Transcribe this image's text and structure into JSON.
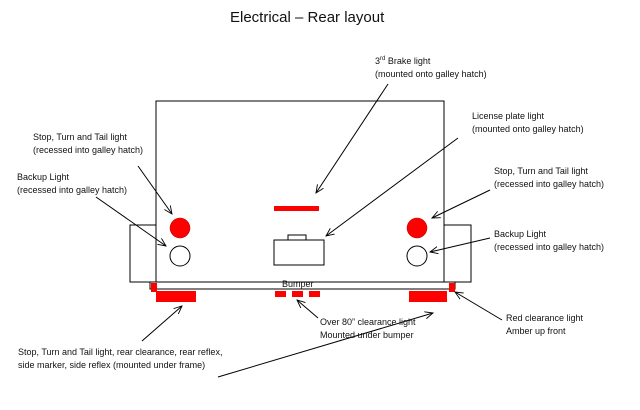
{
  "title": "Electrical – Rear layout",
  "colors": {
    "light_red": "#ff0000",
    "outline": "#000000",
    "background": "#ffffff"
  },
  "labels": {
    "brake_line1_num": "3",
    "brake_line1_sup": "rd",
    "brake_line1_rest": " Brake light",
    "brake_line2": "(mounted onto galley hatch)",
    "license_line1": "License plate light",
    "license_line2": "(mounted onto galley hatch)",
    "stop_left_line1": "Stop, Turn and Tail light",
    "stop_left_line2": "(recessed into galley hatch)",
    "backup_left_line1": "Backup Light",
    "backup_left_line2": "(recessed into galley hatch)",
    "stop_right_line1": "Stop, Turn and Tail light",
    "stop_right_line2": "(recessed into galley hatch)",
    "backup_right_line1": "Backup Light",
    "backup_right_line2": "(recessed into galley hatch)",
    "bumper": "Bumper",
    "over80_line1": "Over 80” clearance light",
    "over80_line2": "Mounted under bumper",
    "red_clear_line1": "Red clearance light",
    "red_clear_line2": "Amber up front",
    "bottom_line1": "Stop, Turn and Tail light, rear clearance, rear reflex,",
    "bottom_line2": "side marker, side reflex (mounted under frame)"
  }
}
